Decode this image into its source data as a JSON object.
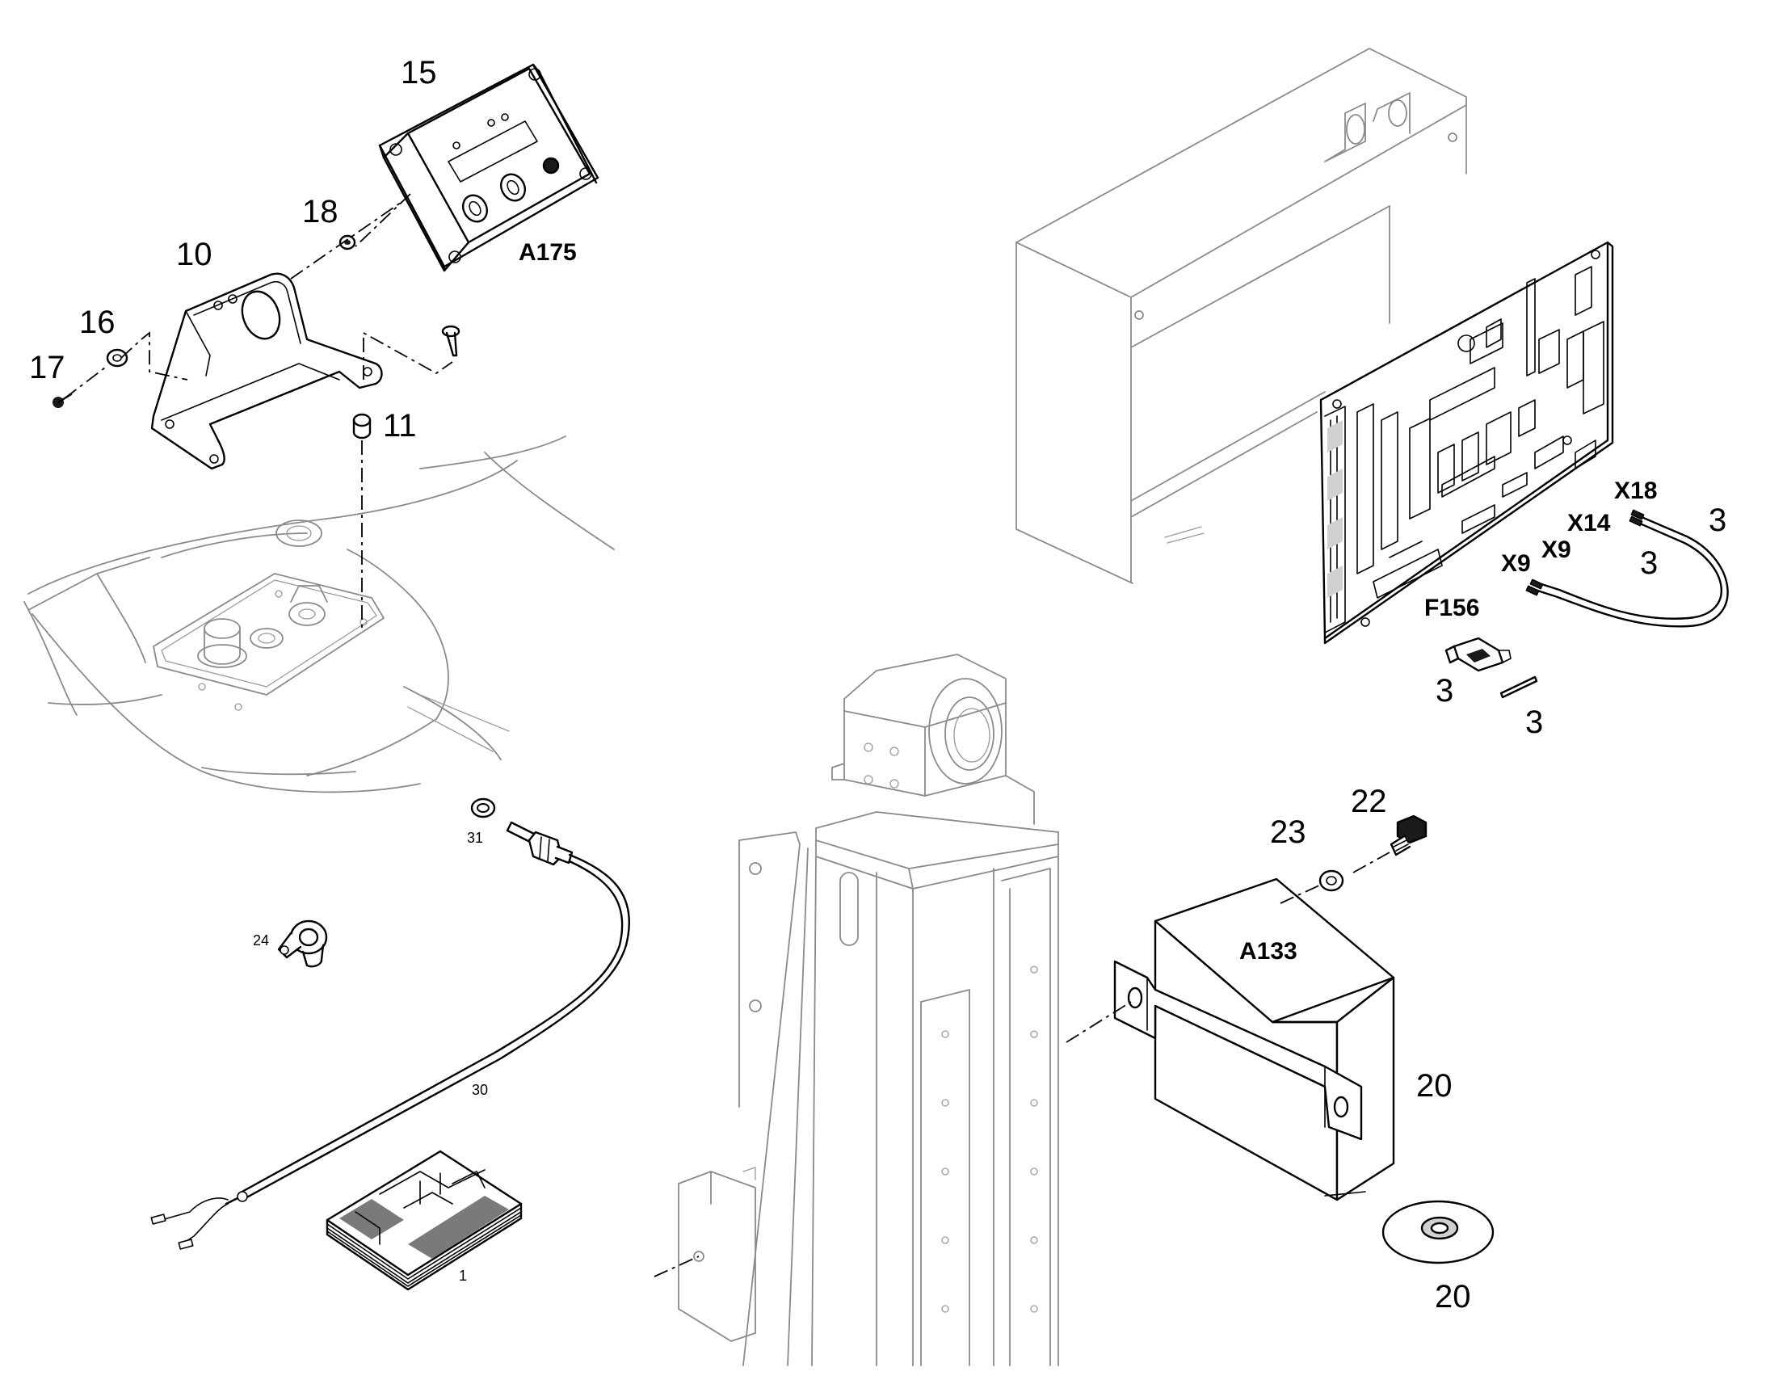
{
  "labels": {
    "p1": "1",
    "p3a": "3",
    "p3b": "3",
    "p3c": "3",
    "p3d": "3",
    "p10": "10",
    "p11": "11",
    "p15": "15",
    "p16": "16",
    "p17": "17",
    "p18": "18",
    "p20a": "20",
    "p20b": "20",
    "p22": "22",
    "p23": "23",
    "p24": "24",
    "p30": "30",
    "p31": "31"
  },
  "designators": {
    "a175": "A175",
    "a133": "A133",
    "x18": "X18",
    "x14": "X14",
    "x9a": "X9",
    "x9b": "X9",
    "f156": "F156"
  }
}
